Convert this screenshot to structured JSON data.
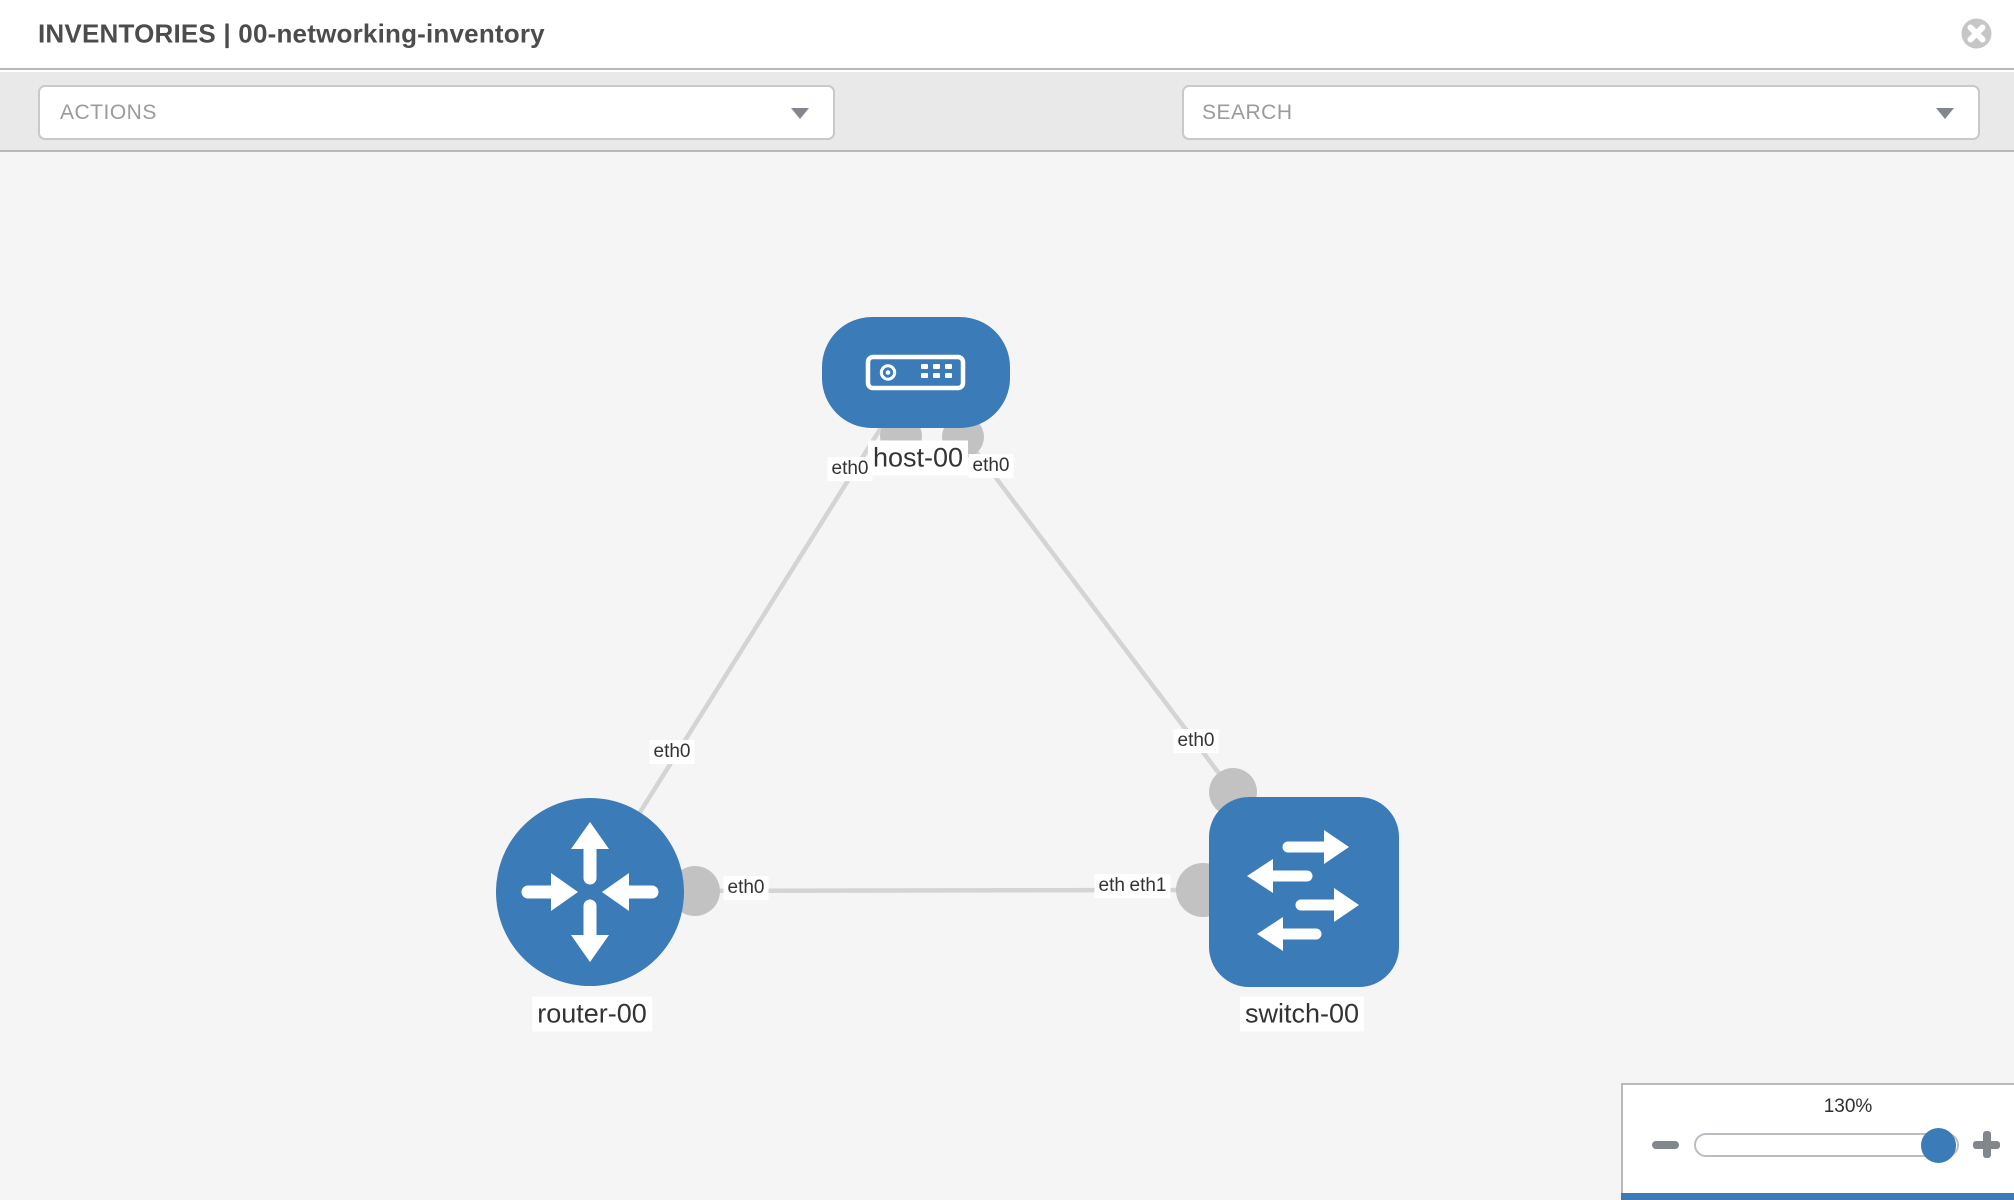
{
  "header": {
    "title": "INVENTORIES | 00-networking-inventory",
    "close_icon": "circle-x-icon"
  },
  "toolbar": {
    "actions_label": "ACTIONS",
    "search_placeholder": "SEARCH",
    "icons": [
      "wrench-icon",
      "key-icon"
    ]
  },
  "topology": {
    "nodes": {
      "host": {
        "label": "host-00",
        "type": "host"
      },
      "router": {
        "label": "router-00",
        "type": "router"
      },
      "switch": {
        "label": "switch-00",
        "type": "switch"
      }
    },
    "port_labels": {
      "host_left": "eth0",
      "host_right": "eth0",
      "link_host_router": "eth0",
      "link_host_switch": "eth0",
      "router_right": "eth0",
      "switch_left_hidden": "eth0",
      "switch_left": "eth1"
    },
    "links": [
      {
        "from": "host-00",
        "to": "router-00"
      },
      {
        "from": "host-00",
        "to": "switch-00"
      },
      {
        "from": "router-00",
        "to": "switch-00"
      }
    ]
  },
  "zoom_control": {
    "level": "130%",
    "icons": {
      "decrease": "minus-icon",
      "increase": "plus-icon"
    }
  },
  "colors": {
    "accent_blue": "#3b7bb8",
    "node_blue": "#3b7bb8",
    "link_gray": "#d4d4d4",
    "port_gray": "#c2c2c2",
    "canvas_bg": "#f5f5f5",
    "toolbar_bg": "#e9e9e9",
    "border_gray": "#b9b9b9",
    "box_border": "#c9c9c9",
    "label_bg": "#ffffff",
    "text_dark": "#333333",
    "text_muted": "#9b9b9b",
    "icon_gray": "#82878d",
    "title_text": "#4c4c4c",
    "close_gray": "#c6c6c6"
  }
}
